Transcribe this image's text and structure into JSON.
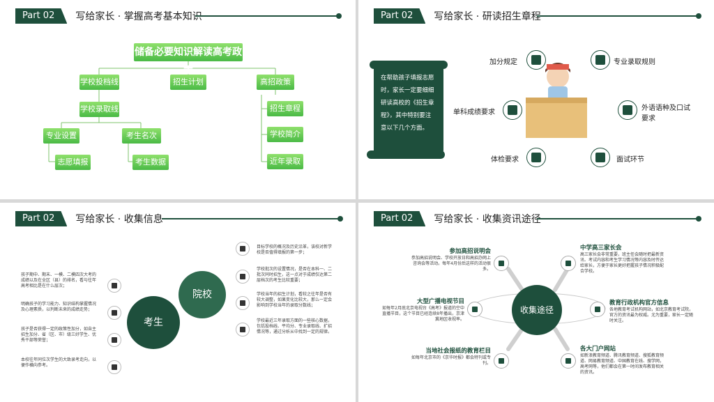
{
  "panels": {
    "p1": {
      "part": "Part 02",
      "title": "写给家长 · 掌握高考基本知识",
      "top": "储备必要知识解读高考政策",
      "a": "学校投档线",
      "b": "招生计划",
      "c": "高招政策",
      "a1": "学校录取线",
      "a11": "专业设置",
      "a12": "考生名次",
      "a111": "志愿填报",
      "a121": "考生数据",
      "c1": "招生章程",
      "c2": "学校简介",
      "c3": "近年录取率"
    },
    "p2": {
      "part": "Part 02",
      "title": "写给家长 · 研读招生章程",
      "scroll": "在帮助孩子填报志愿时，家长一定要细细研读高校的《招生章程》，其中特别要注意以下几个方面。",
      "l1": "加分规定",
      "l2": "单科成绩要求",
      "l3": "体检要求",
      "r1": "专业录取规则",
      "r2": "外语语种及口试要求",
      "r3": "面试环节"
    },
    "p3": {
      "part": "Part 02",
      "title": "写给家长 · 收集信息",
      "student": "考生",
      "school": "院校",
      "left1": "孩子期中、期末、一模、二模四次大考的成绩以及在全区（县）的排名，看与往年高考相比是在什么层次；",
      "left2": "明确孩子的学习能力、知识结构掌握情况及心理素质，以判断未来的成绩走势；",
      "left3": "孩子是否获得一定的政策性加分，如自主招生加分、省（区、市）级三好学生、优秀干部等荣誉；",
      "left4": "本校往年同位次学生的大致录考走向，以便作横向参考。",
      "right1": "目标学校的概况及历史沿革，该校对新学校是否值得填报的第一步；",
      "right2": "学校批次的设置情况，是否在本科一、二批次同时招生，这一点对于成绩仅达第二层档次的考生比较重要；",
      "right3": "学校当年的招生计划，看较之往年是否有较大调整，如果变化比较大，那么一定会影响到学校当年的录取分数线；",
      "right4": "学校最近三年录取方面的一些核心数据，包括投档线、平均分、专业录取线、扩招情况等，通过分析从中找到一定的规律。"
    },
    "p4": {
      "part": "Part 02",
      "title": "写给家长 · 收集资讯途径",
      "center": "收集途径",
      "t1": "参加高招说明会",
      "d1": "参加高招说明会、学校开放日和高招办网上咨询会等活动。每年4月份后这样的活动很多。",
      "t2": "大型广播电视节目",
      "d2": "如每年2月底北京电视台《高考》报道的空中直播节目，这个节目已经连续8年播出，京津冀地区收视率。",
      "t3": "当地社会报纸的教育栏目",
      "d3": "如每年北京市的《京华时报》都会特刊或专刊。",
      "t4": "中学高三家长会",
      "d4": "高三家长会非常重要，班主任会随时把最新资讯、考试内容和考生学习情况等内容及时传达给家长，方便于家长更好把握孩子情况积极配合学校。",
      "t5": "教育行政机构官方信息",
      "d5": "各地教育考试机构网站，如北京教育考试院，官方的资讯最为权威。尤为重要，家长一定随时关注。",
      "t6": "各大门户网站",
      "d6": "如新浪教育频道、腾讯教育频道、搜狐教育频道、网易教育频道、中国教育在线、搜学网，高考网等，他们都会在第一时间发布教育相关的资讯。"
    }
  }
}
